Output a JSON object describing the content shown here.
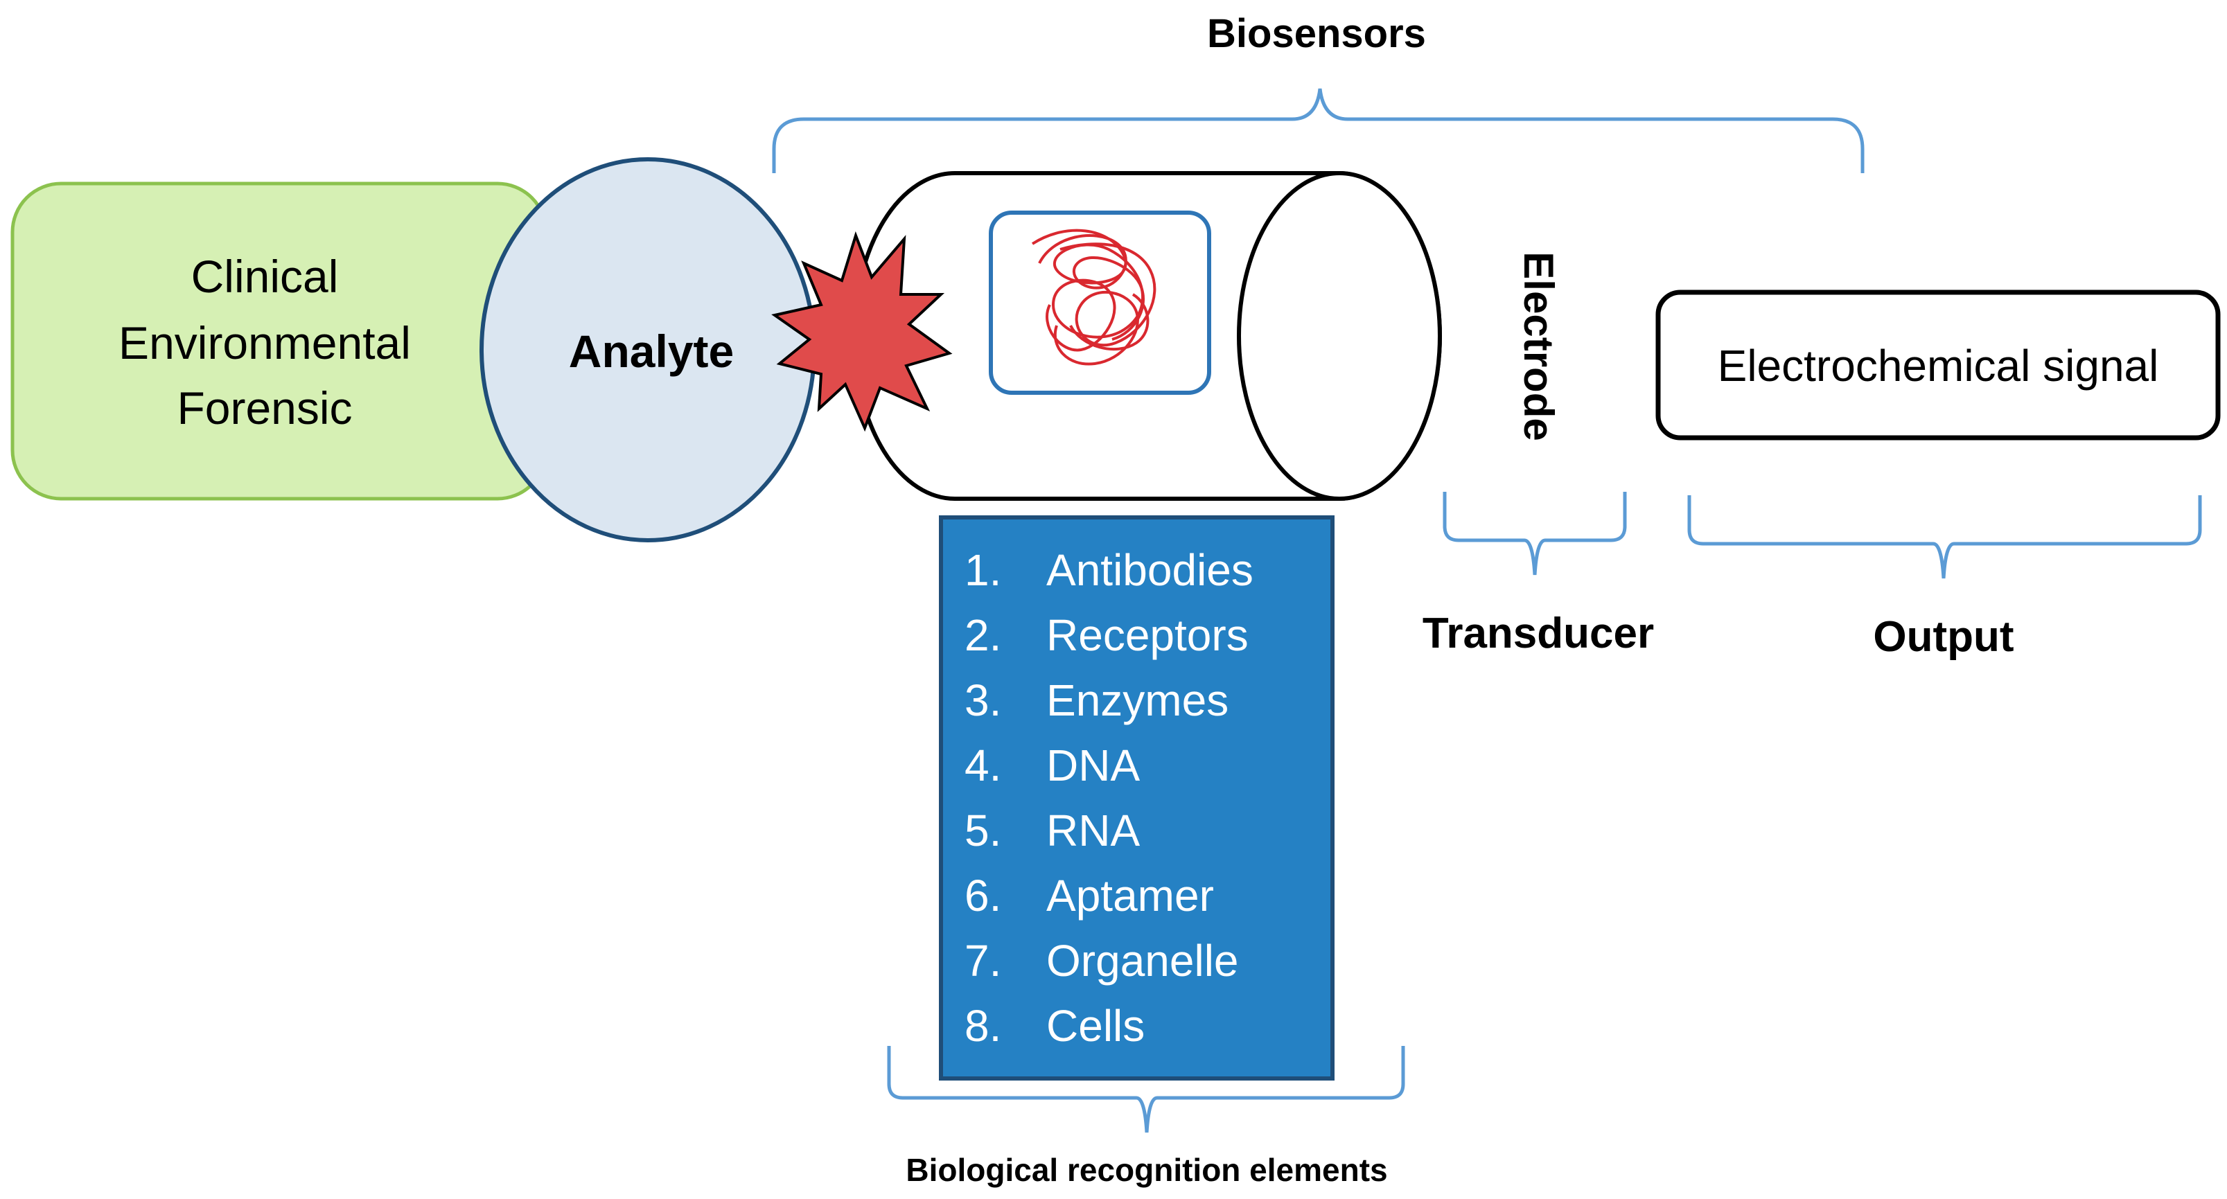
{
  "title": "Biosensors",
  "sample_sources": [
    "Clinical",
    "Environmental",
    "Forensic"
  ],
  "analyte": "Analyte",
  "electrode": "Electrode",
  "transducer": "Transducer",
  "output_box": "Electrochemical signal",
  "output_label": "Output",
  "recognition_elements": {
    "items": [
      {
        "num": "1.",
        "label": "Antibodies"
      },
      {
        "num": "2.",
        "label": "Receptors"
      },
      {
        "num": "3.",
        "label": "Enzymes"
      },
      {
        "num": "4.",
        "label": "DNA"
      },
      {
        "num": "5.",
        "label": "RNA"
      },
      {
        "num": "6.",
        "label": "Aptamer"
      },
      {
        "num": "7.",
        "label": "Organelle"
      },
      {
        "num": "8.",
        "label": "Cells"
      }
    ],
    "caption": "Biological recognition elements"
  },
  "colors": {
    "sample_fill": "#d6f0b4",
    "sample_stroke": "#8cc24e",
    "analyte_fill": "#dbe6f1",
    "analyte_stroke": "#1f4e79",
    "burst_fill": "#e04b4b",
    "list_fill": "#2581c4",
    "list_stroke": "#1f4e79",
    "bracket": "#5b9bd5",
    "scribble": "#d9282f"
  }
}
